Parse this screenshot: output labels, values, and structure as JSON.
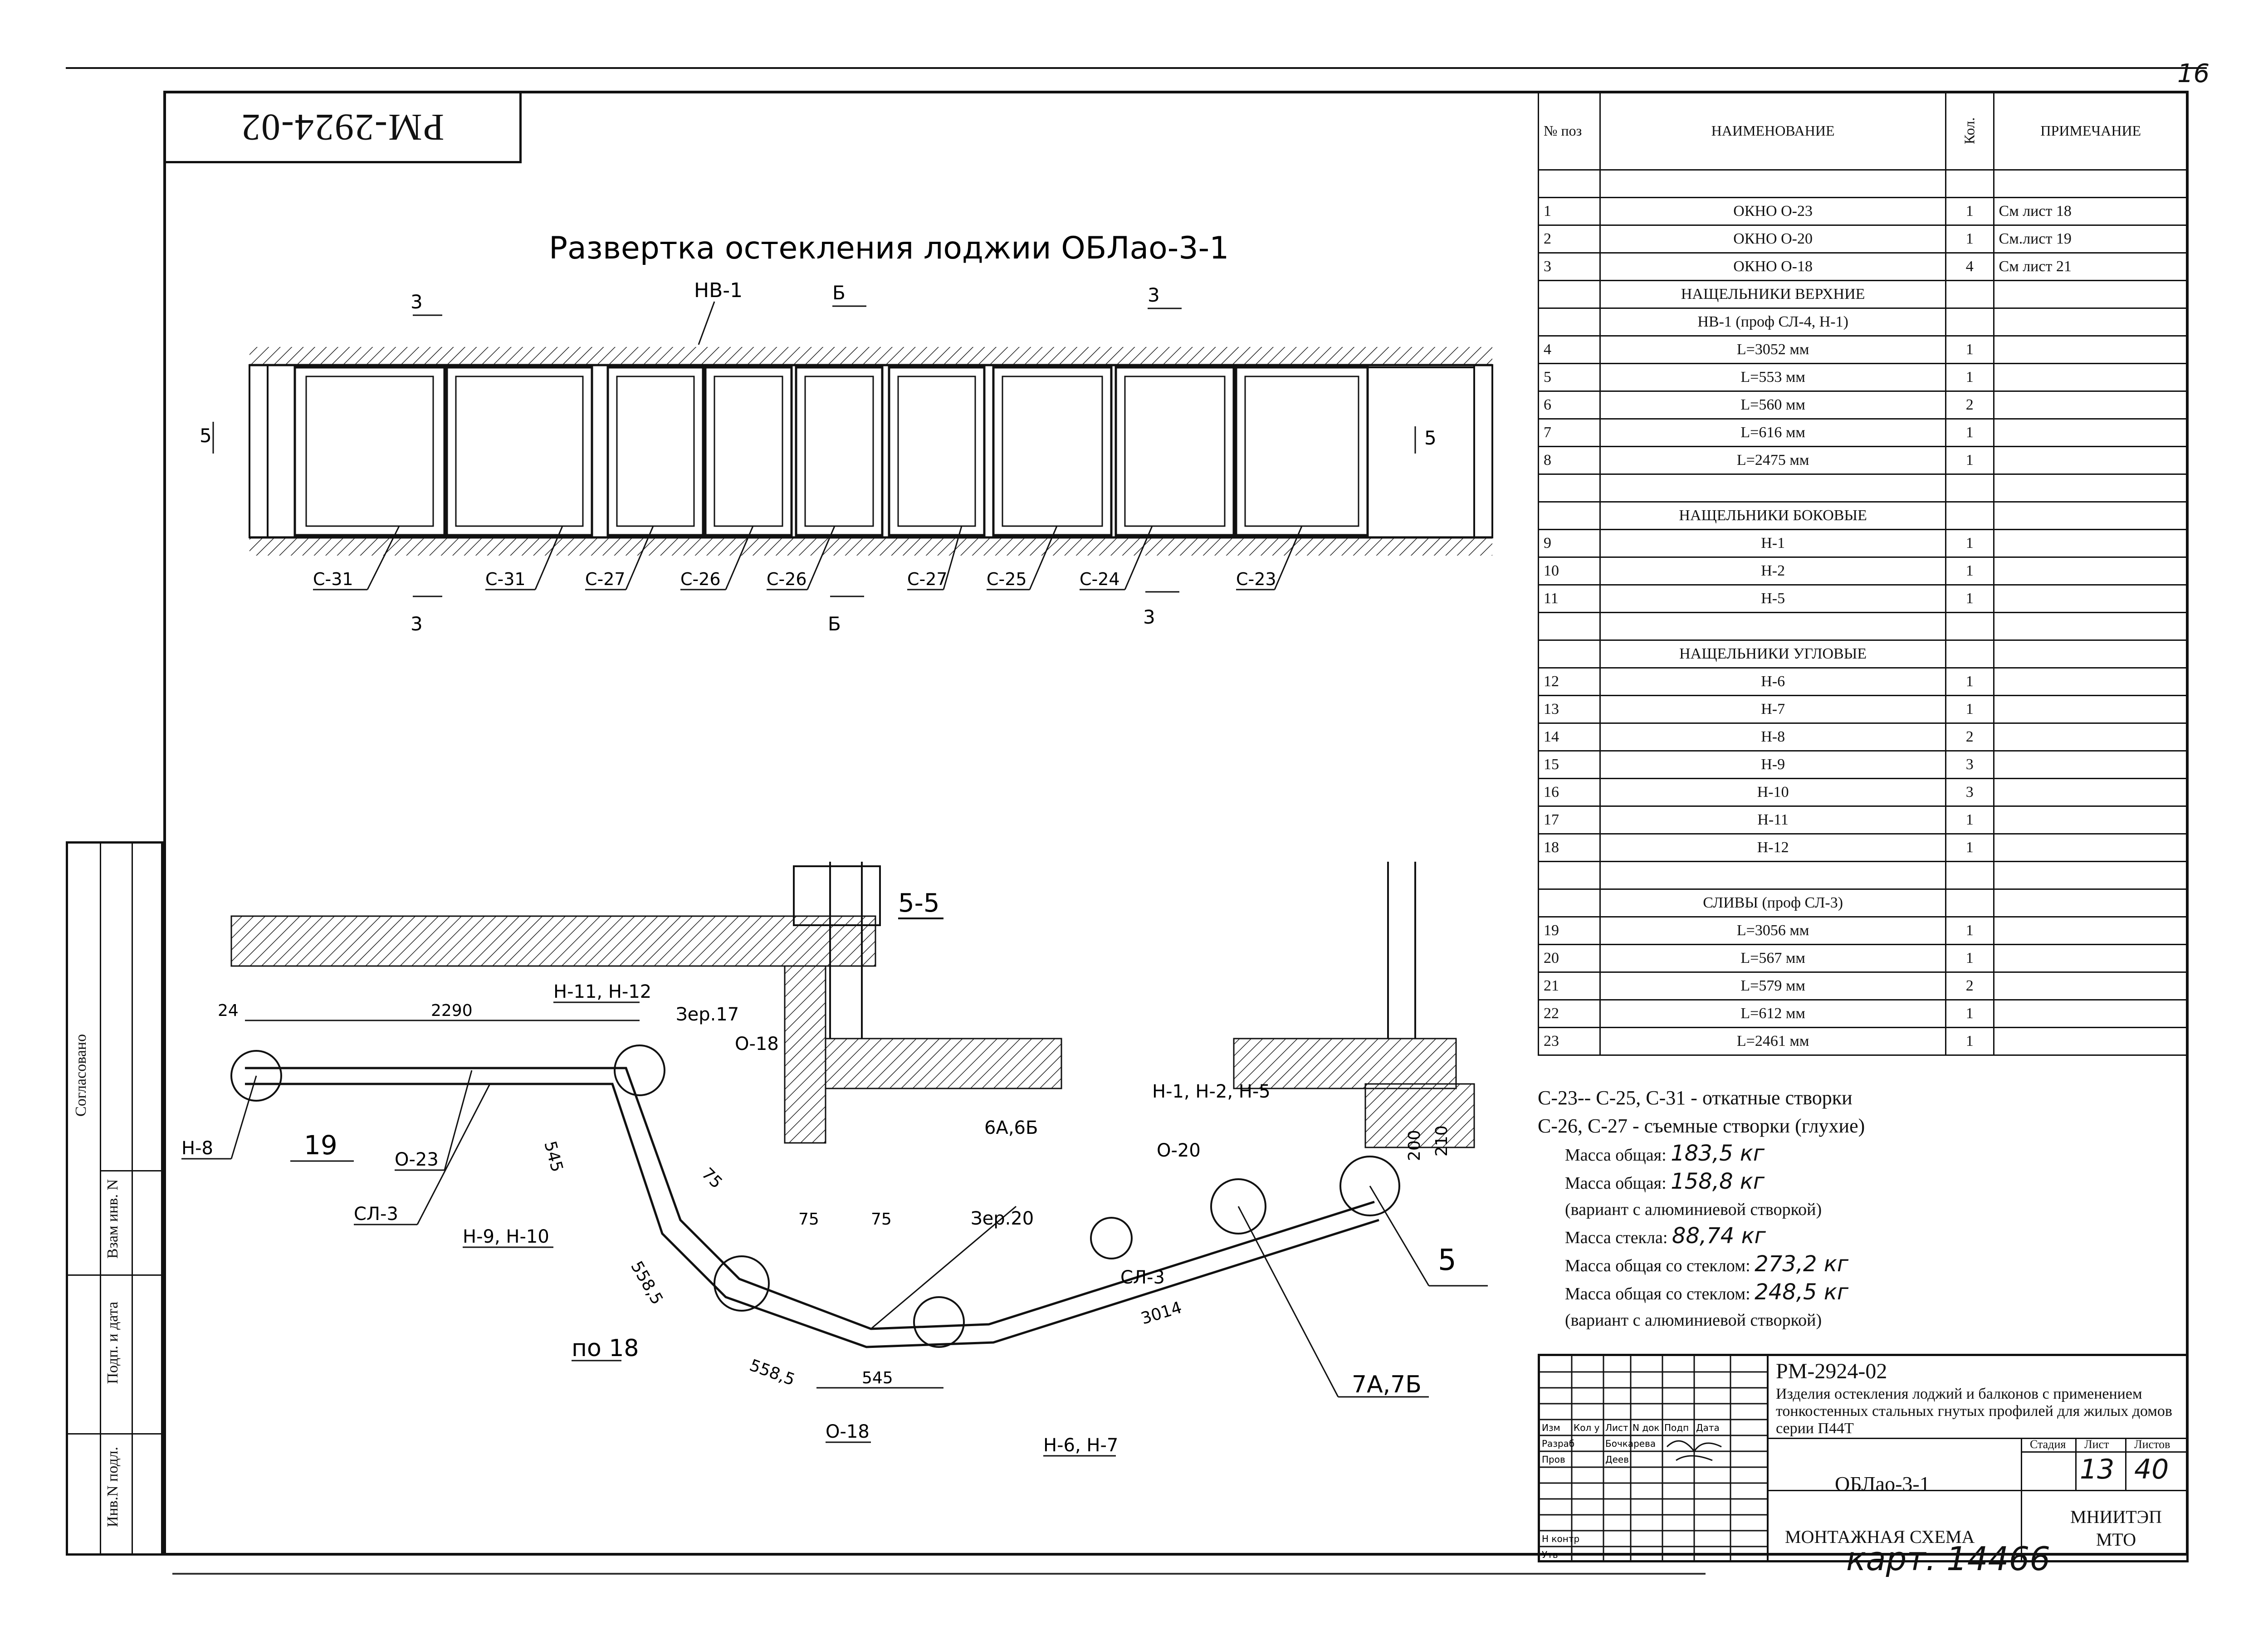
{
  "page_number": "16",
  "stamp": "РМ-2924-02",
  "elevation": {
    "title": "Развертка остекления лоджии ОБЛао-3-1",
    "top_label": "НВ-1",
    "section_marks": [
      "3",
      "Б",
      "3",
      "5",
      "5"
    ],
    "sash_labels": [
      "С-31",
      "С-31",
      "С-27",
      "С-26",
      "С-26",
      "С-27",
      "С-25",
      "С-24",
      "С-23"
    ]
  },
  "plan": {
    "title": "5-5",
    "dims": [
      "24",
      "2290",
      "545",
      "558,5",
      "558,5",
      "545",
      "3014",
      "200",
      "210",
      "75",
      "75",
      "75"
    ],
    "labels": [
      "Н-11, Н-12",
      "Зер.17",
      "О-18",
      "Н-8",
      "19",
      "О-23",
      "СЛ-3",
      "Н-9, Н-10",
      "по 18",
      "О-18",
      "Н-6, Н-7",
      "Зер.20",
      "6А,6Б",
      "О-20",
      "Н-1, Н-2, Н-5",
      "СЛ-3",
      "7А,7Б",
      "5"
    ]
  },
  "spec_table": {
    "headers": {
      "pos": "№ поз",
      "name": "НАИМЕНОВАНИЕ",
      "qty": "Кол.",
      "note": "ПРИМЕЧАНИЕ"
    },
    "rows": [
      {
        "pos": "",
        "name": "",
        "qty": "",
        "note": ""
      },
      {
        "pos": "1",
        "name": "ОКНО О-23",
        "qty": "1",
        "note": "См лист 18"
      },
      {
        "pos": "2",
        "name": "ОКНО О-20",
        "qty": "1",
        "note": "См.лист 19"
      },
      {
        "pos": "3",
        "name": "ОКНО О-18",
        "qty": "4",
        "note": "См лист 21"
      },
      {
        "pos": "",
        "name": "НАЩЕЛЬНИКИ ВЕРХНИЕ",
        "qty": "",
        "note": ""
      },
      {
        "pos": "",
        "name": "НВ-1 (проф СЛ-4, Н-1)",
        "qty": "",
        "note": ""
      },
      {
        "pos": "4",
        "name": "L=3052 мм",
        "qty": "1",
        "note": ""
      },
      {
        "pos": "5",
        "name": "L=553 мм",
        "qty": "1",
        "note": ""
      },
      {
        "pos": "6",
        "name": "L=560 мм",
        "qty": "2",
        "note": ""
      },
      {
        "pos": "7",
        "name": "L=616 мм",
        "qty": "1",
        "note": ""
      },
      {
        "pos": "8",
        "name": "L=2475 мм",
        "qty": "1",
        "note": ""
      },
      {
        "pos": "",
        "name": "",
        "qty": "",
        "note": ""
      },
      {
        "pos": "",
        "name": "НАЩЕЛЬНИКИ БОКОВЫЕ",
        "qty": "",
        "note": ""
      },
      {
        "pos": "9",
        "name": "Н-1",
        "qty": "1",
        "note": ""
      },
      {
        "pos": "10",
        "name": "Н-2",
        "qty": "1",
        "note": ""
      },
      {
        "pos": "11",
        "name": "Н-5",
        "qty": "1",
        "note": ""
      },
      {
        "pos": "",
        "name": "",
        "qty": "",
        "note": ""
      },
      {
        "pos": "",
        "name": "НАЩЕЛЬНИКИ УГЛОВЫЕ",
        "qty": "",
        "note": ""
      },
      {
        "pos": "12",
        "name": "Н-6",
        "qty": "1",
        "note": ""
      },
      {
        "pos": "13",
        "name": "Н-7",
        "qty": "1",
        "note": ""
      },
      {
        "pos": "14",
        "name": "Н-8",
        "qty": "2",
        "note": ""
      },
      {
        "pos": "15",
        "name": "Н-9",
        "qty": "3",
        "note": ""
      },
      {
        "pos": "16",
        "name": "Н-10",
        "qty": "3",
        "note": ""
      },
      {
        "pos": "17",
        "name": "Н-11",
        "qty": "1",
        "note": ""
      },
      {
        "pos": "18",
        "name": "Н-12",
        "qty": "1",
        "note": ""
      },
      {
        "pos": "",
        "name": "",
        "qty": "",
        "note": ""
      },
      {
        "pos": "",
        "name": "СЛИВЫ (проф СЛ-3)",
        "qty": "",
        "note": ""
      },
      {
        "pos": "19",
        "name": "L=3056 мм",
        "qty": "1",
        "note": ""
      },
      {
        "pos": "20",
        "name": "L=567 мм",
        "qty": "1",
        "note": ""
      },
      {
        "pos": "21",
        "name": "L=579 мм",
        "qty": "2",
        "note": ""
      },
      {
        "pos": "22",
        "name": "L=612 мм",
        "qty": "1",
        "note": ""
      },
      {
        "pos": "23",
        "name": "L=2461 мм",
        "qty": "1",
        "note": ""
      }
    ]
  },
  "notes": {
    "sliding": "С-23-- С-25, С-31 - откатные створки",
    "removable": "С-26, С-27 - съемные створки (глухие)",
    "mass_total_label": "Масса общая:",
    "mass_total": "183,5 кг",
    "mass_total_alu_label": "Масса общая:",
    "mass_total_alu": "158,8 кг",
    "alu_variant_1": "(вариант с алюминиевой створкой)",
    "mass_glass_label": "Масса стекла:",
    "mass_glass": "88,74 кг",
    "mass_with_glass_label": "Масса общая со стеклом:",
    "mass_with_glass": "273,2 кг",
    "mass_with_glass_alu_label": "Масса общая со стеклом:",
    "mass_with_glass_alu": "248,5 кг",
    "alu_variant_2": "(вариант с алюминиевой створкой)"
  },
  "title_block": {
    "code": "РМ-2924-02",
    "description": "Изделия остекления лоджий и балконов с применением тонкостенных стальных гнутых профилей для жилых домов серии П44Т",
    "mark": "ОБЛао-3-1",
    "stage_header": "Стадия",
    "sheet_header": "Лист",
    "sheets_header": "Листов",
    "sheet": "13",
    "sheets": "40",
    "drawing_type": "МОНТАЖНАЯ СХЕМА",
    "organization": "МНИИТЭП МТО",
    "roles": [
      "Изм",
      "Кол у",
      "Лист",
      "N док",
      "Подп",
      "Дата",
      "Разраб",
      "Бочкарева",
      "Пров",
      "Деев",
      "Н контр",
      "Утв"
    ],
    "card": "карт. 14466"
  },
  "margin_stamp": {
    "agreed": "Согласовано",
    "replace_inv": "Взам инв. N",
    "sign_date": "Подп. и дата",
    "inv_orig": "Инв.N подл."
  }
}
